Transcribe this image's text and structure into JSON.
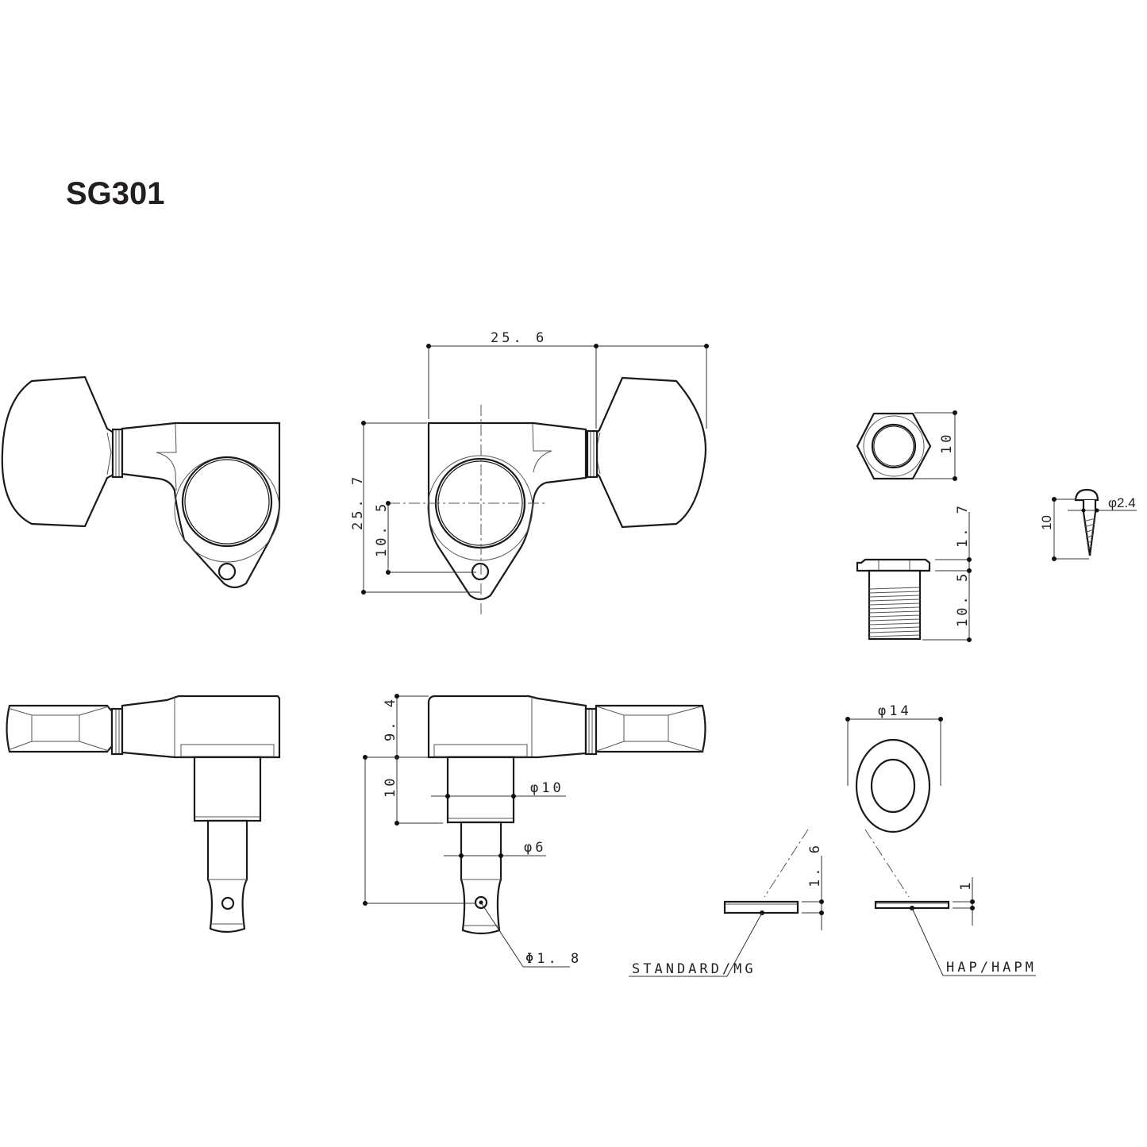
{
  "title": "SG301",
  "colors": {
    "line": "#1a1a1a",
    "text": "#231f20",
    "background": "#ffffff"
  },
  "views": {
    "front_plain": {
      "label": "front view (no dimensions)"
    },
    "front_dimensioned": {
      "width_top": "25. 6",
      "height_total": "25. 7",
      "hole_offset": "10. 5"
    },
    "bushing_top": {
      "across_flats": "10"
    },
    "bushing_side": {
      "flange_height": "1. 7",
      "thread_length": "10. 5"
    },
    "screw": {
      "diameter": "φ2.4",
      "length": "10"
    },
    "side_plain": {
      "label": "side view (no dimensions)"
    },
    "side_dimensioned": {
      "housing_height": "9. 4",
      "post_upper_length": "10",
      "post_upper_diameter": "φ10",
      "post_lower_diameter": "φ6",
      "string_hole_diameter": "Φ1. 8"
    },
    "washer": {
      "outer_diameter": "φ14",
      "standard_thickness": "1. 6",
      "hap_thickness": "1",
      "standard_label": "STANDARD/MG",
      "hap_label": "HAP/HAPM"
    }
  }
}
